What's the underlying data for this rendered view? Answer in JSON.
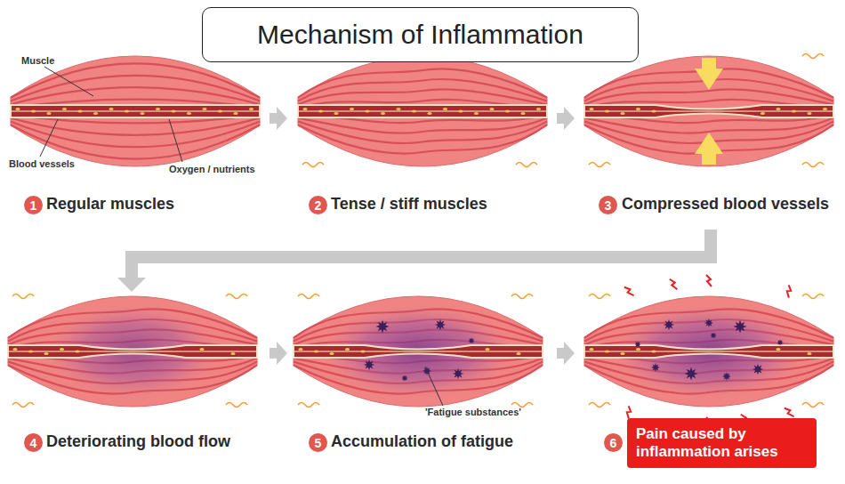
{
  "diagram": {
    "title": "Mechanism of Inflammation",
    "nodes": [
      {
        "text": [
          "1"
        ]
      },
      {
        "text": [
          "2"
        ]
      },
      {
        "text": [
          "3"
        ]
      },
      {
        "text": [
          "4"
        ]
      },
      {
        "text": [
          "5"
        ]
      },
      {
        "text": [
          "6"
        ]
      },
      {
        "text": [
          "Pain caused by inflammation arises"
        ]
      }
    ],
    "labels": [
      "Muscle",
      "Blood vessels",
      "Oxygen / nutrients",
      "Regular muscles",
      "Tense / stiff muscles",
      "Compressed blood vessels",
      "Deteriorating blood flow",
      "'Fatigue substances'",
      "Accumulation of fatigue"
    ]
  }
}
